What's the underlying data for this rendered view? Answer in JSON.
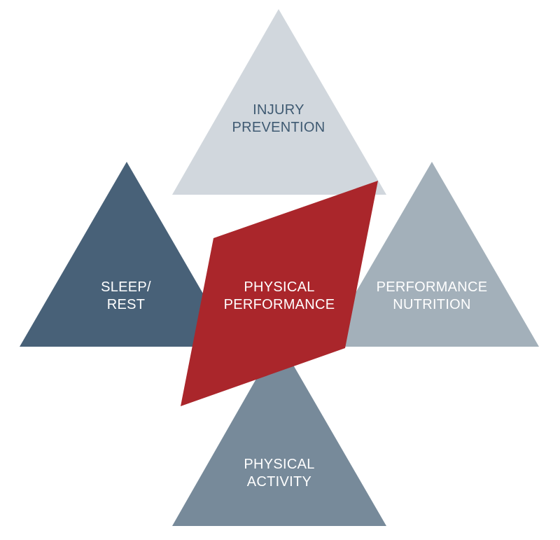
{
  "diagram": {
    "center": {
      "line1": "PHYSICAL",
      "line2": "PERFORMANCE",
      "fill": "#AA262B",
      "text_color": "#FFFFFF"
    },
    "top": {
      "line1": "INJURY",
      "line2": "PREVENTION",
      "fill": "#D1D7DD",
      "text_color": "#3F5A72"
    },
    "left": {
      "line1": "SLEEP/",
      "line2": "REST",
      "fill": "#486178",
      "text_color": "#FFFFFF"
    },
    "right": {
      "line1": "PERFORMANCE",
      "line2": "NUTRITION",
      "fill": "#A3B0BA",
      "text_color": "#FFFFFF"
    },
    "bottom": {
      "line1": "PHYSICAL",
      "line2": "ACTIVITY",
      "fill": "#778A9A",
      "text_color": "#FFFFFF"
    }
  }
}
